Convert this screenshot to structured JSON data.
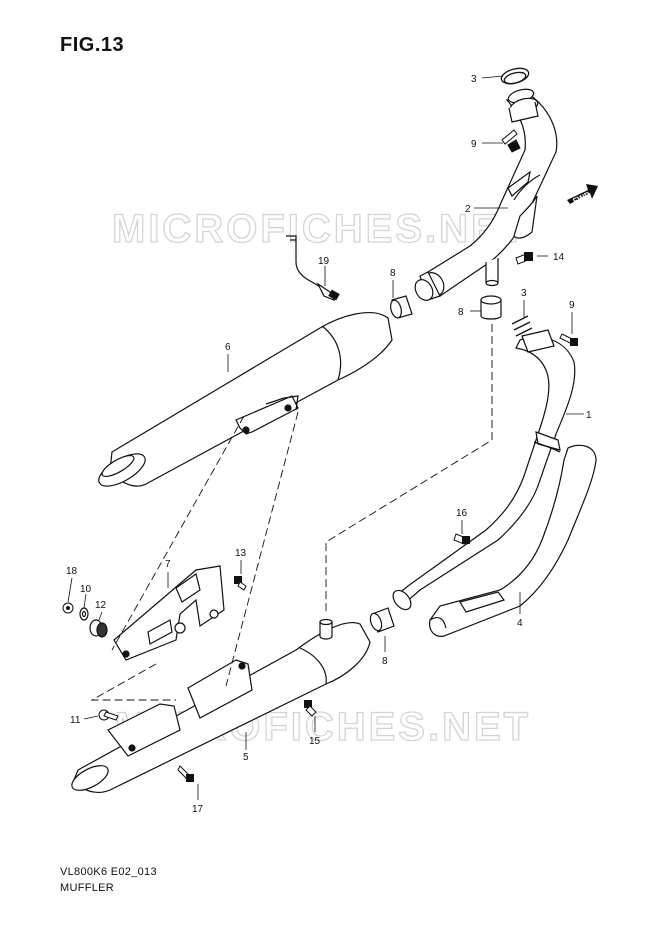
{
  "title": "FIG.13",
  "model_code": "VL800K6 E02_013",
  "section_name": "MUFFLER",
  "watermark_text": "MICROFICHES.NET",
  "direction_label": "FWD",
  "callouts": {
    "c1": "1",
    "c2": "2",
    "c3a": "3",
    "c3b": "3",
    "c4": "4",
    "c5": "5",
    "c6": "6",
    "c7": "7",
    "c8a": "8",
    "c8b": "8",
    "c8c": "8",
    "c9a": "9",
    "c9b": "9",
    "c10": "10",
    "c11": "11",
    "c12": "12",
    "c13": "13",
    "c14": "14",
    "c15": "15",
    "c16": "16",
    "c17": "17",
    "c18": "18",
    "c19": "19"
  }
}
